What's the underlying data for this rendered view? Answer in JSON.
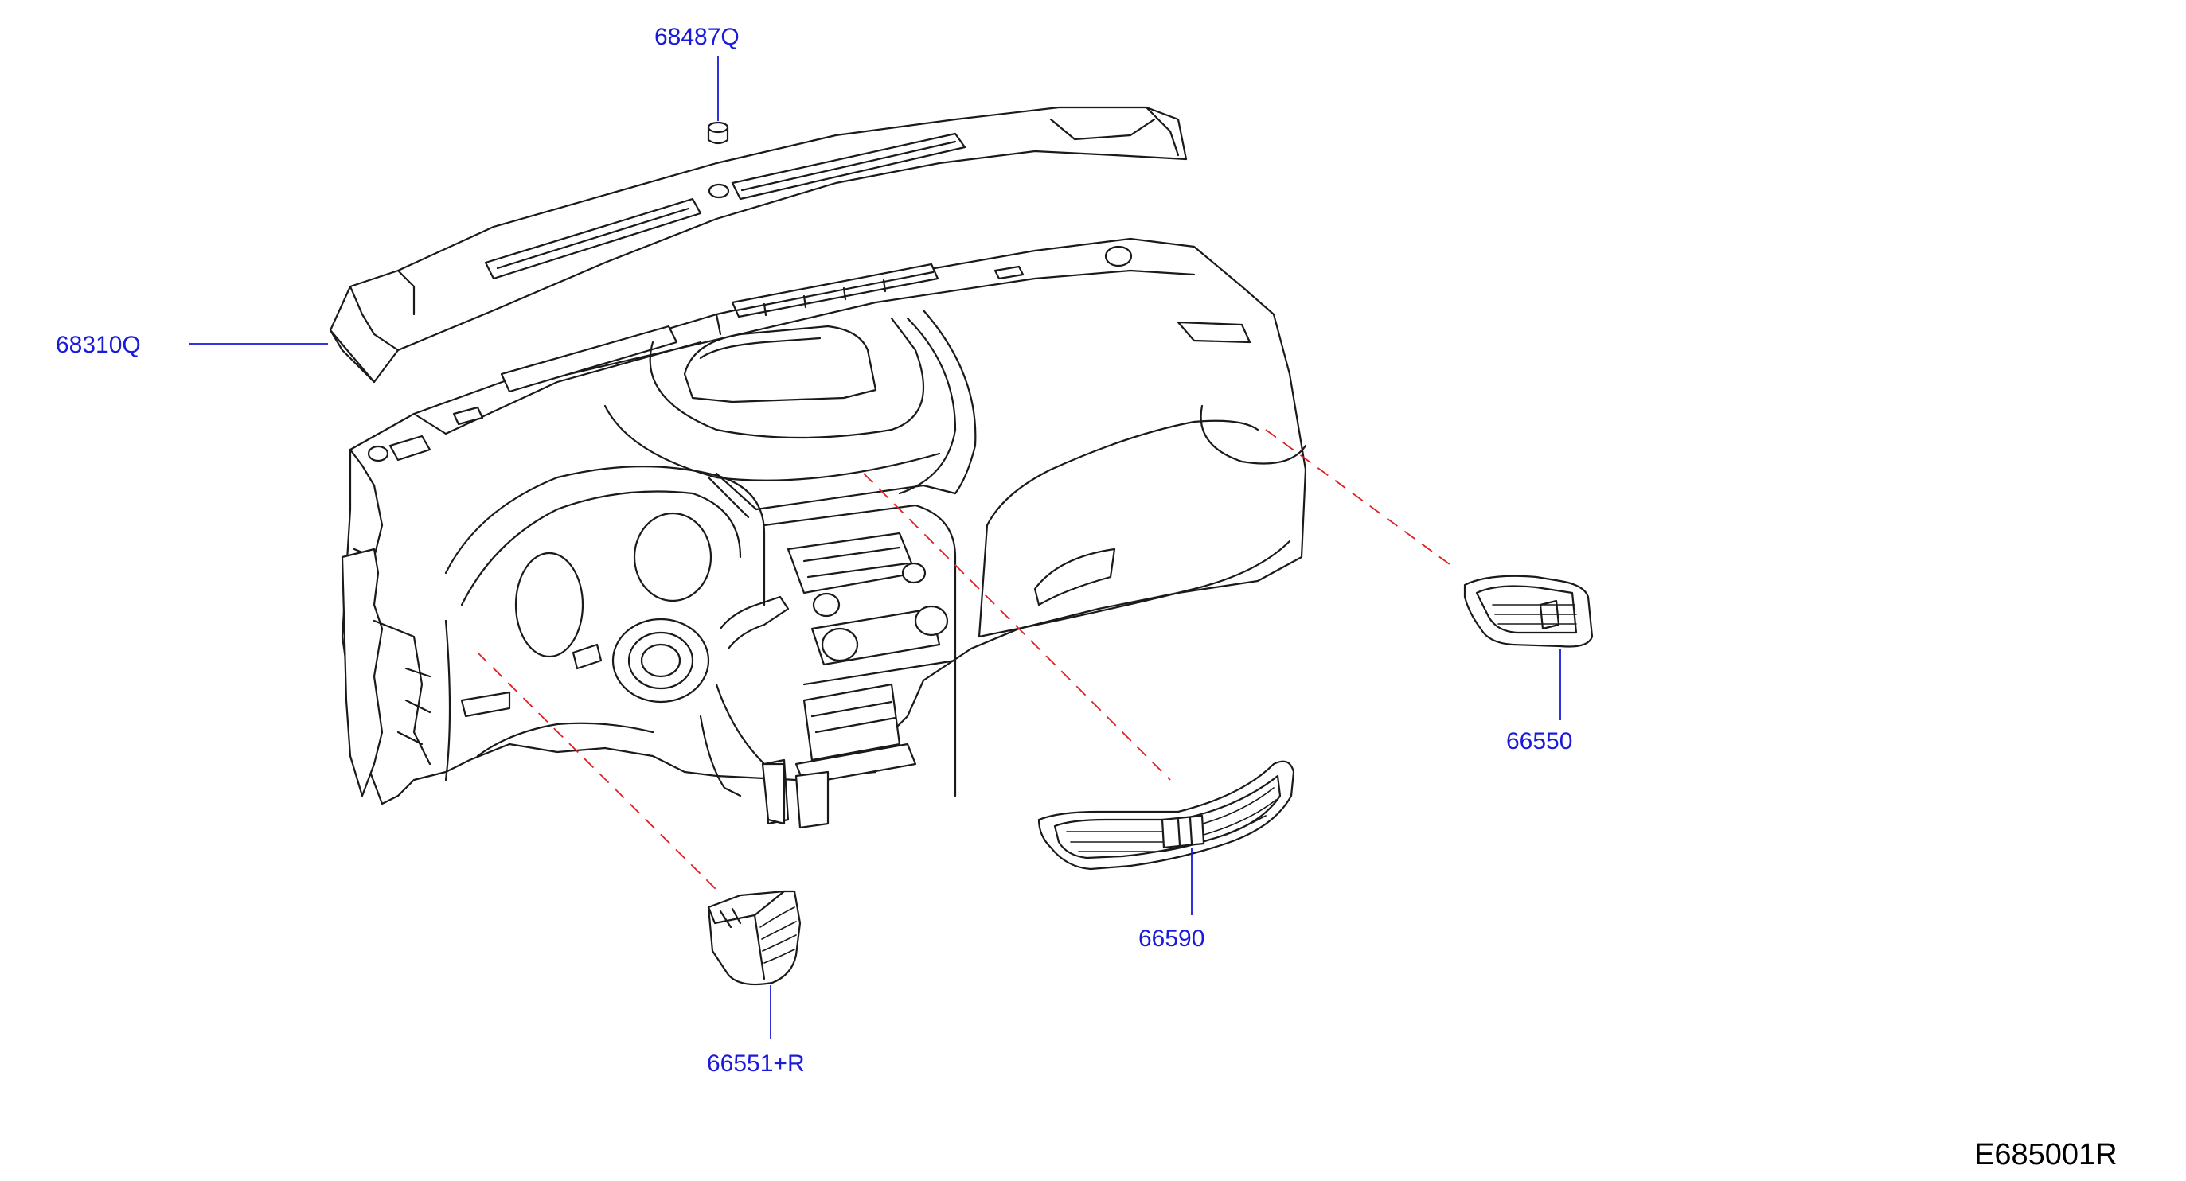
{
  "colors": {
    "callout": "#1a1adb",
    "line_art": "#1a1a1a",
    "guide_dash": "#e02020",
    "background": "#ffffff"
  },
  "parts": {
    "p68487Q": "68487Q",
    "p68310Q": "68310Q",
    "p66550": "66550",
    "p66590": "66590",
    "p66551R": "66551+R"
  },
  "drawing_code": "E685001R"
}
